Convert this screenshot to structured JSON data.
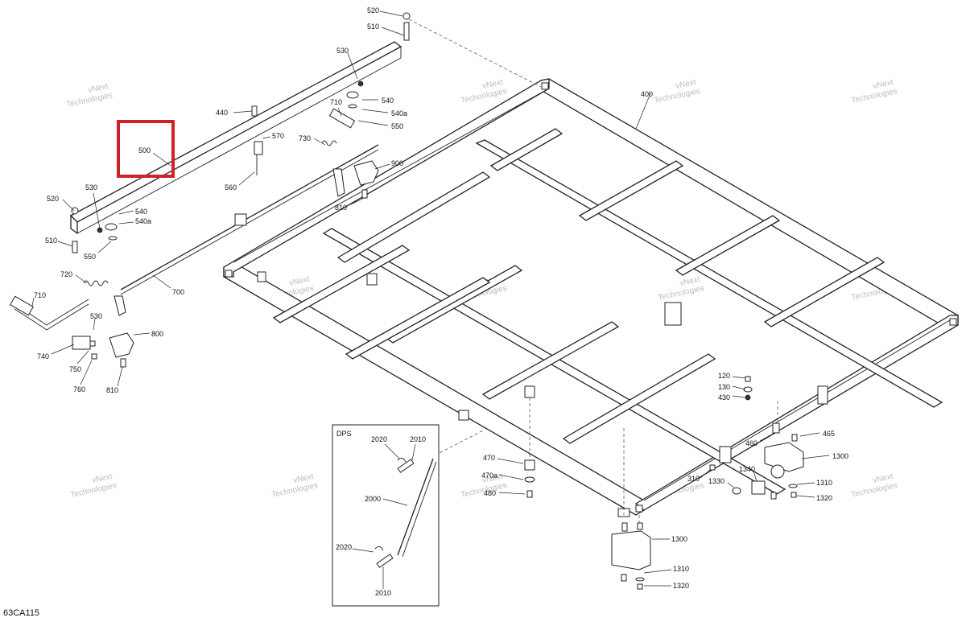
{
  "doc_code": "63CA115",
  "inset_title": "DPS",
  "highlight_color": "#d0202a",
  "watermark_line1": "vNext",
  "watermark_line2": "Technologies",
  "callouts": {
    "c520a": "520",
    "c510a": "510",
    "c530a": "530",
    "c540a1": "540",
    "c540a2": "540a",
    "c550a": "550",
    "c440": "440",
    "c500": "500",
    "c710a": "710",
    "c570": "570",
    "c730": "730",
    "c560": "560",
    "c900": "900",
    "c810a": "810",
    "c520b": "520",
    "c530b": "530",
    "c540b1": "540",
    "c540b2": "540a",
    "c510b": "510",
    "c550b": "550",
    "c720": "720",
    "c710b": "710",
    "c700": "700",
    "c530c": "530",
    "c800": "800",
    "c740": "740",
    "c750": "750",
    "c760": "760",
    "c810b": "810",
    "c400": "400",
    "c120": "120",
    "c130": "130",
    "c430": "430",
    "c465": "465",
    "c460": "460",
    "c1300a": "1300",
    "c1340": "1340",
    "c310": "310",
    "c1330": "1330",
    "c1310a": "1310",
    "c1320a": "1320",
    "c470": "470",
    "c470a": "470a",
    "c480": "480",
    "c1300b": "1300",
    "c1310b": "1310",
    "c1320b": "1320",
    "c2020a": "2020",
    "c2010a": "2010",
    "c2000": "2000",
    "c2020b": "2020",
    "c2010b": "2010"
  }
}
